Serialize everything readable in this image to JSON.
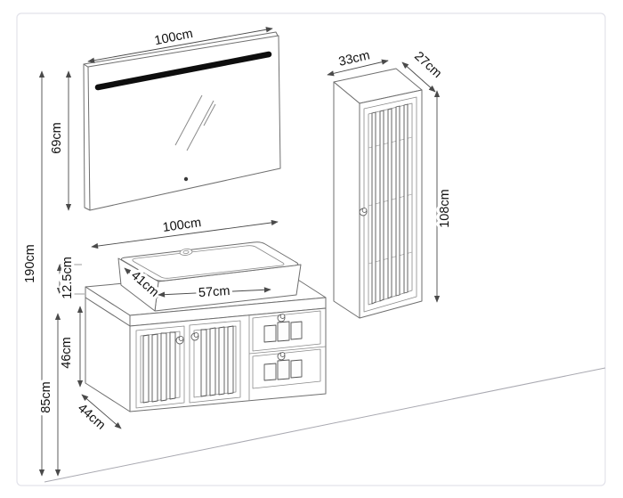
{
  "labels": {
    "mirror_width": "100cm",
    "mirror_height": "69cm",
    "total_height": "190cm",
    "counter_width": "100cm",
    "sink_depth": "41cm",
    "sink_width": "57cm",
    "sink_height": "12.5cm",
    "vanity_height": "46cm",
    "floor_to_countertop": "85cm",
    "vanity_depth": "44cm",
    "column_width": "33cm",
    "column_depth": "27cm",
    "column_height": "108cm"
  },
  "colors": {
    "line": "#6f6f6f",
    "dimension_line": "#4a4a4a",
    "text": "#101010",
    "led_strip": "#0e0e0e",
    "border": "#e2e2ea",
    "floor_line": "#a9a9b1",
    "background": "#ffffff"
  }
}
